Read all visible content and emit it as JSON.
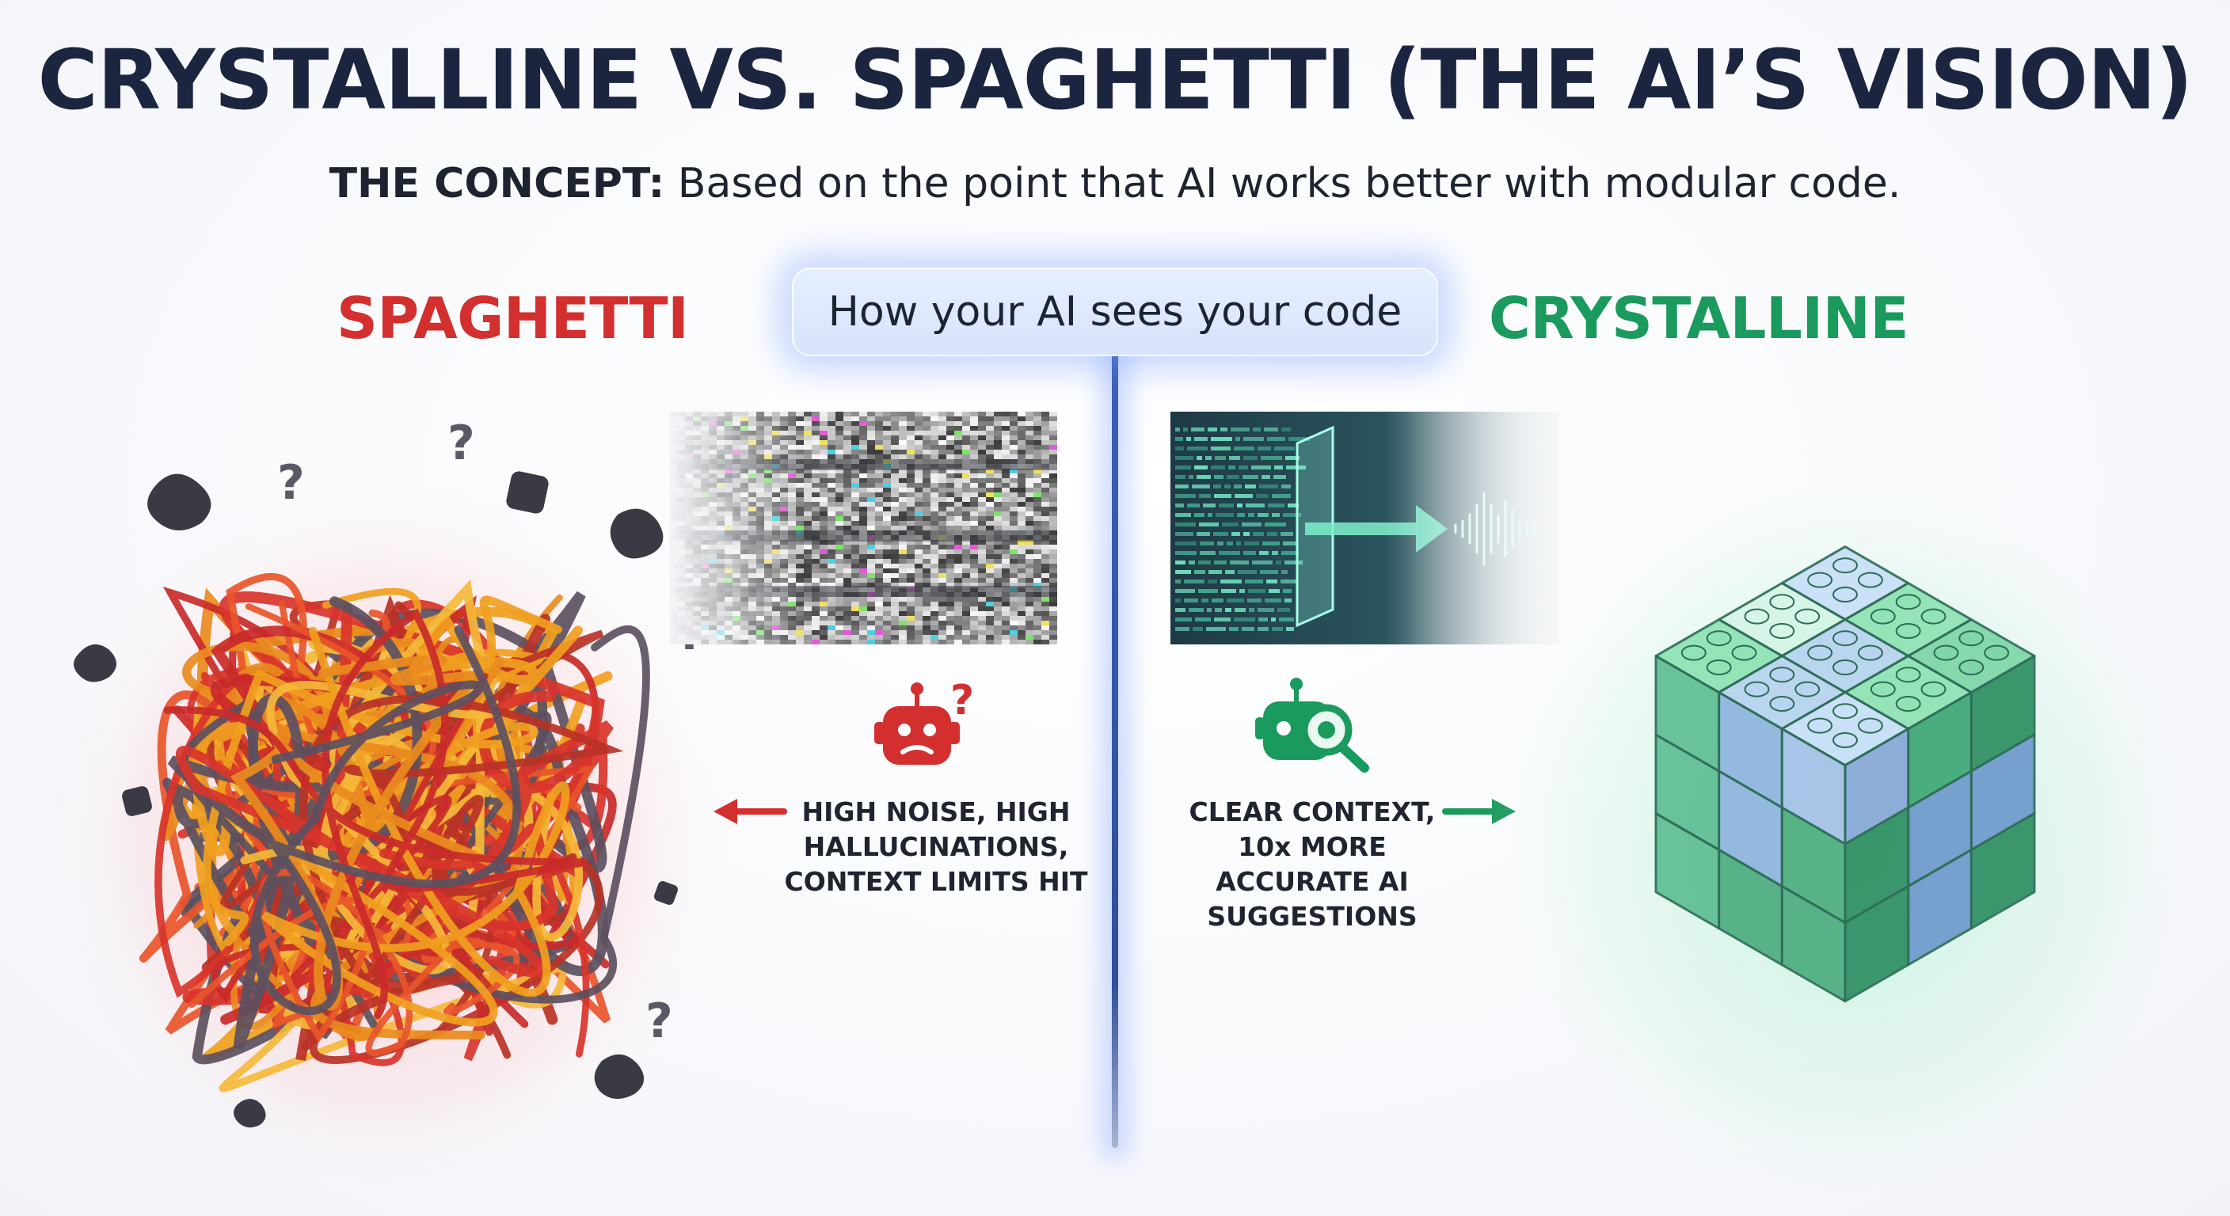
{
  "header": {
    "title": "CRYSTALLINE VS. SPAGHETTI (THE AI’S VISION)",
    "concept_label": "THE CONCEPT:",
    "concept_text": " Based on the point that AI works better with modular code."
  },
  "center": {
    "pill_label": "How your AI sees your code"
  },
  "left": {
    "label": "SPAGHETTI",
    "caption_lines": [
      "HIGH NOISE, HIGH",
      "HALLUCINATIONS,",
      "CONTEXT LIMITS HIT"
    ],
    "accent": "#d32f2f",
    "icon": "confused-robot-icon"
  },
  "right": {
    "label": "CRYSTALLINE",
    "caption_lines": [
      "CLEAR CONTEXT,",
      "10x MORE",
      "ACCURATE AI",
      "SUGGESTIONS"
    ],
    "accent": "#1a9a5c",
    "icon": "robot-magnifier-icon"
  },
  "colors": {
    "title": "#1b2540",
    "divider": "#3b5fb8"
  }
}
